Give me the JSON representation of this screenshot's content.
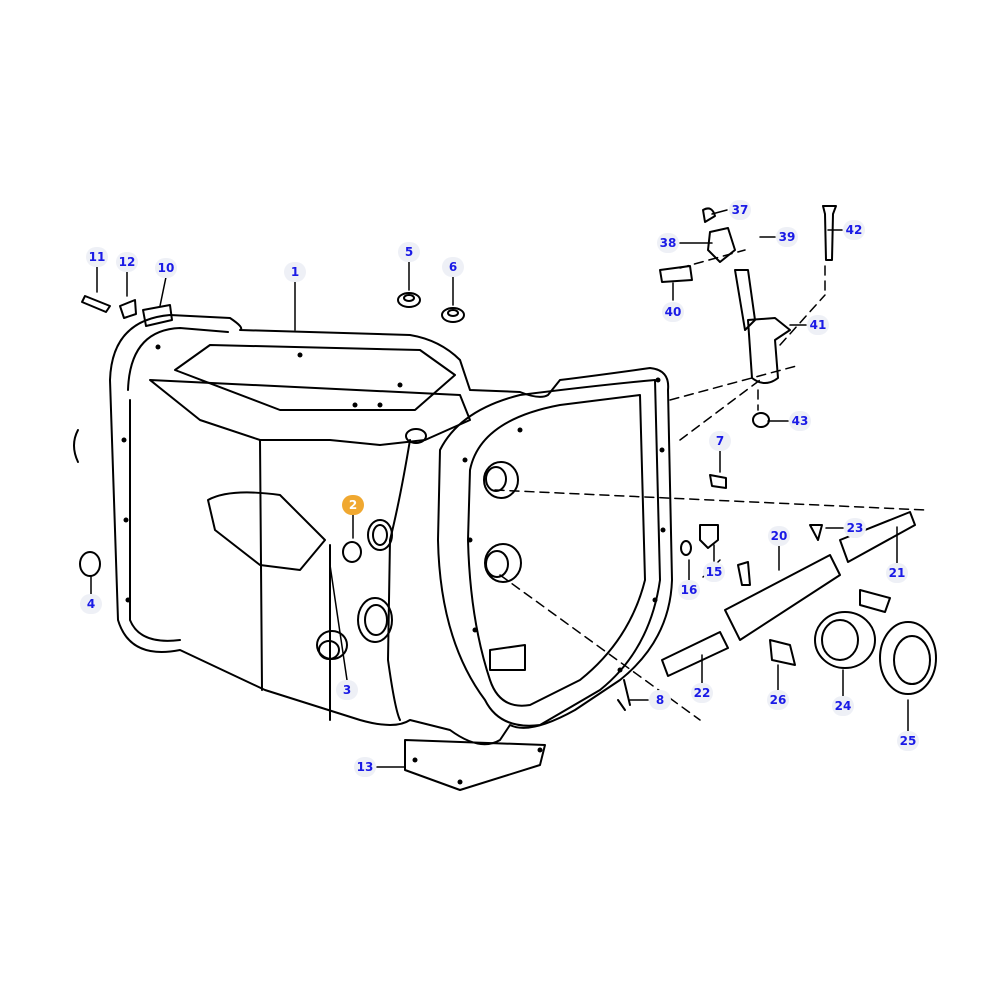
{
  "diagram": {
    "highlighted_part": "2",
    "colors": {
      "label_text": "#1a1ae6",
      "label_bg": "#eef0f6",
      "highlight_bg": "#f0a830",
      "highlight_text": "#ffffff",
      "line": "#000000"
    },
    "callouts": [
      {
        "id": "11",
        "label": "11"
      },
      {
        "id": "12",
        "label": "12"
      },
      {
        "id": "10",
        "label": "10"
      },
      {
        "id": "1",
        "label": "1"
      },
      {
        "id": "5",
        "label": "5"
      },
      {
        "id": "6",
        "label": "6"
      },
      {
        "id": "37",
        "label": "37"
      },
      {
        "id": "38",
        "label": "38"
      },
      {
        "id": "39",
        "label": "39"
      },
      {
        "id": "42",
        "label": "42"
      },
      {
        "id": "40",
        "label": "40"
      },
      {
        "id": "41",
        "label": "41"
      },
      {
        "id": "43",
        "label": "43"
      },
      {
        "id": "7",
        "label": "7"
      },
      {
        "id": "2",
        "label": "2"
      },
      {
        "id": "23",
        "label": "23"
      },
      {
        "id": "20",
        "label": "20"
      },
      {
        "id": "15",
        "label": "15"
      },
      {
        "id": "16",
        "label": "16"
      },
      {
        "id": "21",
        "label": "21"
      },
      {
        "id": "4",
        "label": "4"
      },
      {
        "id": "3",
        "label": "3"
      },
      {
        "id": "22",
        "label": "22"
      },
      {
        "id": "26",
        "label": "26"
      },
      {
        "id": "8",
        "label": "8"
      },
      {
        "id": "24",
        "label": "24"
      },
      {
        "id": "25",
        "label": "25"
      },
      {
        "id": "13",
        "label": "13"
      }
    ]
  }
}
